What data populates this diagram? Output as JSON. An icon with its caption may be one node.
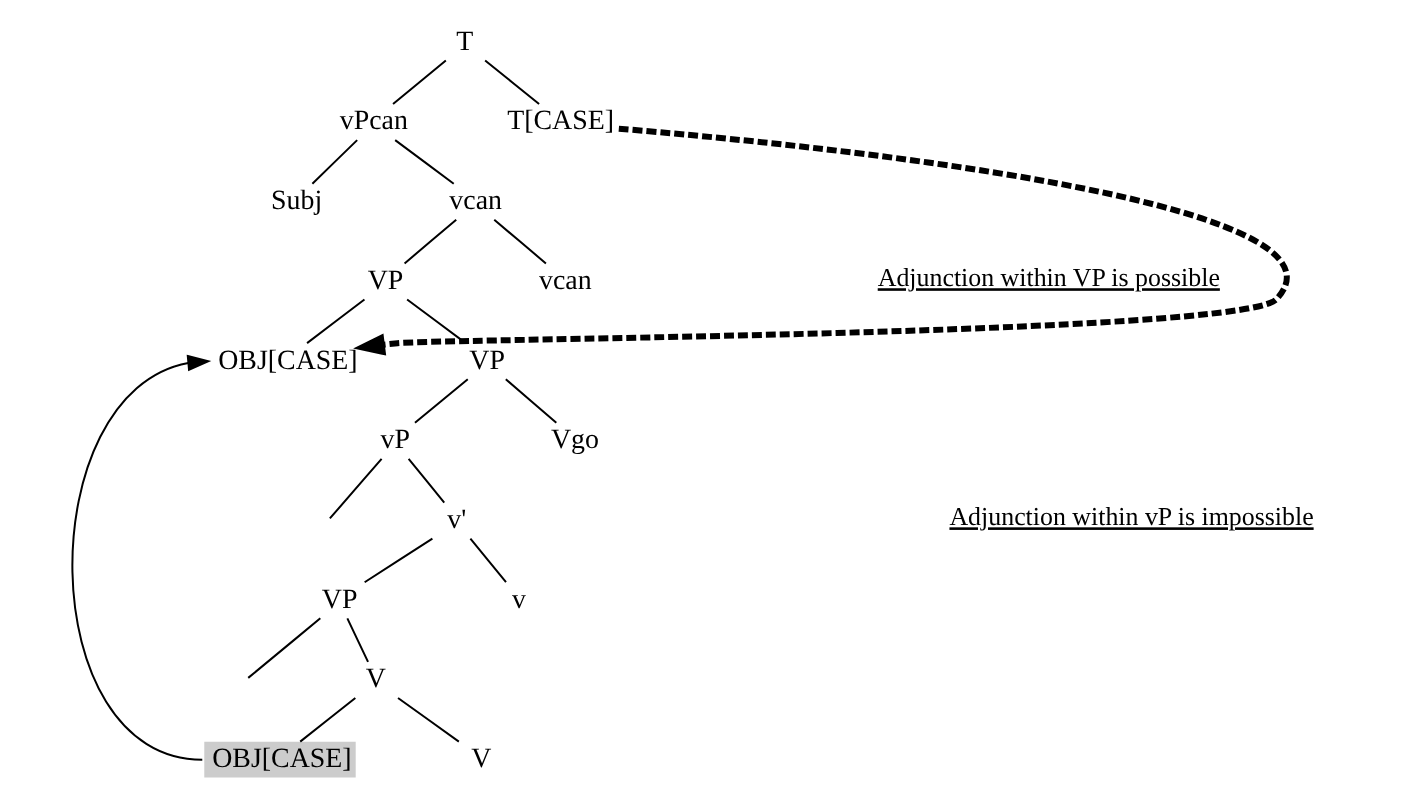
{
  "diagram": {
    "nodes": [
      {
        "text": [
          "T"
        ]
      },
      {
        "text": [
          "vPcan"
        ]
      },
      {
        "text": [
          "T[CASE]"
        ]
      },
      {
        "text": [
          "Subj"
        ]
      },
      {
        "text": [
          "vcan"
        ]
      },
      {
        "text": [
          "VP"
        ]
      },
      {
        "text": [
          "vcan"
        ]
      },
      {
        "text": [
          "OBJ[CASE]"
        ]
      },
      {
        "text": [
          "VP"
        ]
      },
      {
        "text": [
          "vP"
        ]
      },
      {
        "text": [
          "Vgo"
        ]
      },
      {
        "text": [
          "v'"
        ]
      },
      {
        "text": [
          "VP"
        ]
      },
      {
        "text": [
          "v"
        ]
      },
      {
        "text": [
          "V"
        ]
      },
      {
        "text": [
          "OBJ[CASE]"
        ]
      },
      {
        "text": [
          "V"
        ]
      }
    ],
    "edges": [
      {
        "from": 0,
        "to": 1,
        "arrow": "none"
      },
      {
        "from": 0,
        "to": 2,
        "arrow": "none"
      },
      {
        "from": 1,
        "to": 3,
        "arrow": "none"
      },
      {
        "from": 1,
        "to": 4,
        "arrow": "none"
      },
      {
        "from": 4,
        "to": 5,
        "arrow": "none"
      },
      {
        "from": 4,
        "to": 6,
        "arrow": "none"
      },
      {
        "from": 5,
        "to": 7,
        "arrow": "none"
      },
      {
        "from": 5,
        "to": 8,
        "arrow": "none"
      },
      {
        "from": 8,
        "to": 9,
        "arrow": "none"
      },
      {
        "from": 8,
        "to": 10,
        "arrow": "none"
      },
      {
        "from": 9,
        "to": null,
        "arrow": "none"
      },
      {
        "from": 9,
        "to": 11,
        "arrow": "none"
      },
      {
        "from": 11,
        "to": 12,
        "arrow": "none"
      },
      {
        "from": 11,
        "to": 13,
        "arrow": "none"
      },
      {
        "from": 12,
        "to": null,
        "arrow": "none"
      },
      {
        "from": 12,
        "to": 14,
        "arrow": "none"
      },
      {
        "from": 14,
        "to": 15,
        "arrow": "none"
      },
      {
        "from": 14,
        "to": 16,
        "arrow": "none"
      },
      {
        "from": 2,
        "to": 7,
        "arrow": "to",
        "style": "dashed"
      },
      {
        "from": 15,
        "to": 7,
        "arrow": "to"
      }
    ],
    "labels": [
      "Adjunction within VP is possible",
      "Adjunction within vP is impossible"
    ]
  }
}
